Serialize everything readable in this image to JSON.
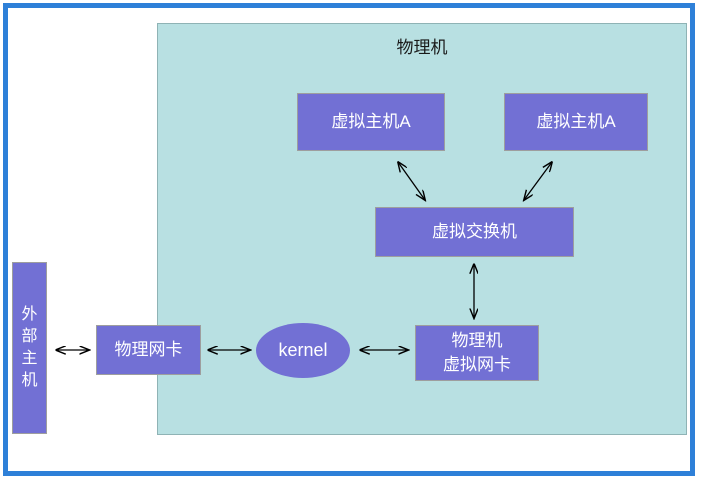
{
  "diagram": {
    "title": "物理机",
    "colors": {
      "frame_border": "#2e80d8",
      "container_fill": "#b8e0e2",
      "container_border": "#8fb3b5",
      "node_fill": "#7270d4",
      "node_border": "#9e9e9e",
      "node_text": "#ffffff",
      "arrow": "#000000",
      "background": "#ffffff"
    },
    "nodes": {
      "vm_a1": {
        "label": "虚拟主机A"
      },
      "vm_a2": {
        "label": "虚拟主机A"
      },
      "vswitch": {
        "label": "虚拟交换机"
      },
      "kernel": {
        "label": "kernel"
      },
      "physical_nic": {
        "label": "物理网卡"
      },
      "pm_virtual_nic": {
        "line1": "物理机",
        "line2": "虚拟网卡"
      },
      "external_host": {
        "label": "外部主机",
        "chars": [
          "外",
          "部",
          "主",
          "机"
        ]
      }
    },
    "connections": [
      {
        "name": "vm-a1-to-vswitch",
        "from": "虚拟主机A",
        "to": "虚拟交换机",
        "style": "double-arrow"
      },
      {
        "name": "vm-a2-to-vswitch",
        "from": "虚拟主机A",
        "to": "虚拟交换机",
        "style": "double-arrow"
      },
      {
        "name": "vswitch-to-pm-vnic",
        "from": "虚拟交换机",
        "to": "物理机虚拟网卡",
        "style": "double-arrow"
      },
      {
        "name": "pm-vnic-to-kernel",
        "from": "物理机虚拟网卡",
        "to": "kernel",
        "style": "double-arrow"
      },
      {
        "name": "kernel-to-pnic",
        "from": "kernel",
        "to": "物理网卡",
        "style": "double-arrow"
      },
      {
        "name": "pnic-to-external-host",
        "from": "物理网卡",
        "to": "外部主机",
        "style": "double-arrow"
      }
    ]
  }
}
